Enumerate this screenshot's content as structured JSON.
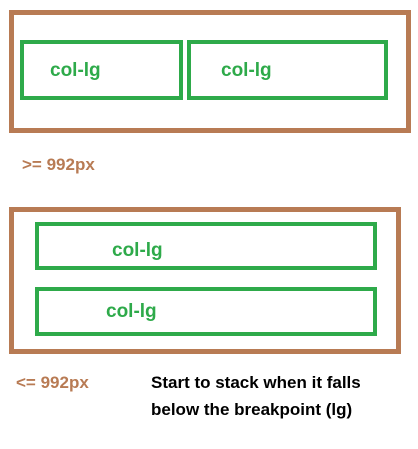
{
  "top_diagram": {
    "columns": [
      "col-lg",
      "col-lg"
    ],
    "breakpoint_label": ">= 992px"
  },
  "bottom_diagram": {
    "columns": [
      "col-lg",
      "col-lg"
    ],
    "breakpoint_label": "<= 992px"
  },
  "note": {
    "line1": "Start to stack when it falls",
    "line2": "below the breakpoint (lg)"
  },
  "colors": {
    "container_border": "#b87b54",
    "column_border": "#2eaa4a",
    "note_text": "#000000"
  }
}
